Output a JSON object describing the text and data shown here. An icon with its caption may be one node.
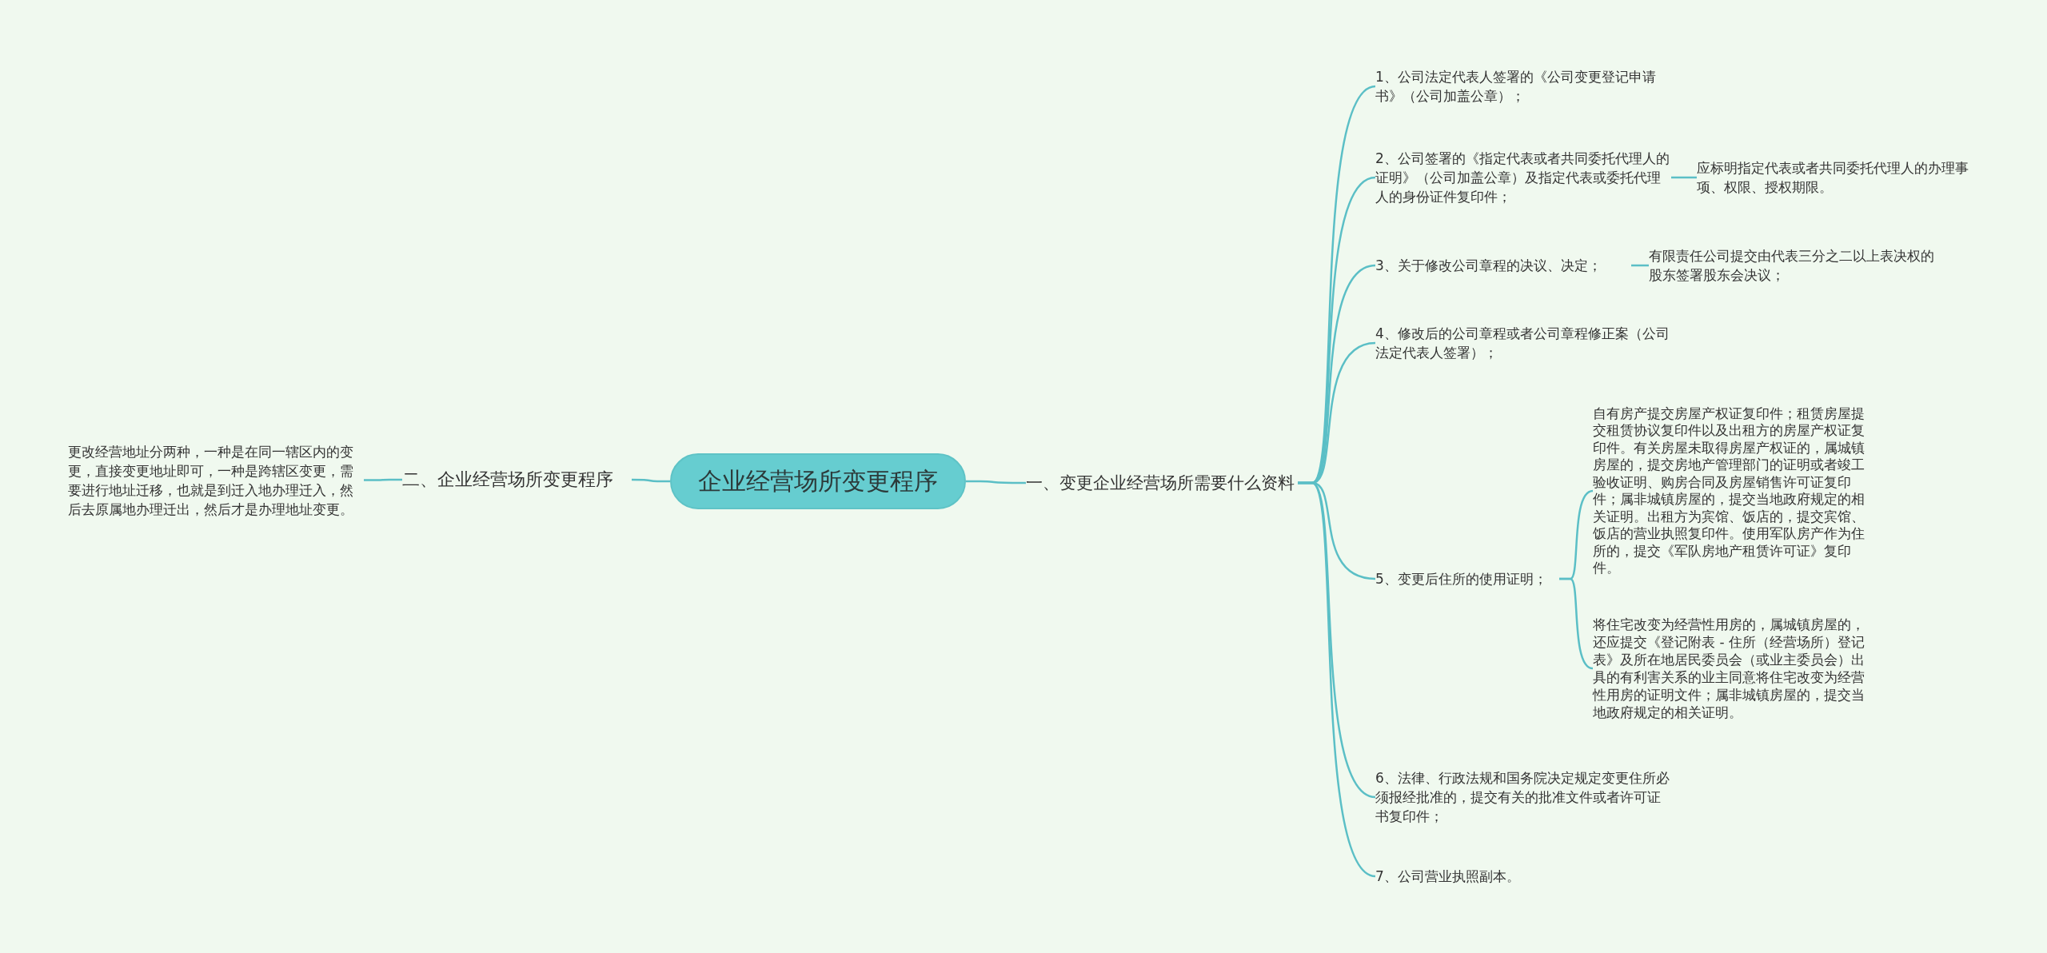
{
  "diagram": {
    "nodes": [
      {
        "text": [
          "企业经营场所变更程序"
        ]
      },
      {
        "text": [
          "一、变更企业经营场所需要什么资料"
        ]
      },
      {
        "text": [
          "二、企业经营场所变更程序"
        ]
      },
      {
        "text": [
          "更改经营地址分两种，一种是在同一辖区内的变更，直接变更地址即可，一种是跨辖区变更，需要进行地址迁移，也就是到迁入地办理迁入，然后去原属地办理迁出，然后才是办理地址变更。"
        ]
      },
      {
        "text": [
          "1、公司法定代表人签署的《公司变更登记申请书》（公司加盖公章）；"
        ]
      },
      {
        "text": [
          "2、公司签署的《指定代表或者共同委托代理人的证明》（公司加盖公章）及指定代表或委托代理人的身份证件复印件；"
        ]
      },
      {
        "text": [
          "应标明指定代表或者共同委托代理人的办理事项、权限、授权期限。"
        ]
      },
      {
        "text": [
          "3、关于修改公司章程的决议、决定；"
        ]
      },
      {
        "text": [
          "有限责任公司提交由代表三分之二以上表决权的股东签署股东会决议；"
        ]
      },
      {
        "text": [
          "4、修改后的公司章程或者公司章程修正案（公司法定代表人签署）；"
        ]
      },
      {
        "text": [
          "5、变更后住所的使用证明；"
        ]
      },
      {
        "text": [
          "自有房产提交房屋产权证复印件；租赁房屋提交租赁协议复印件以及出租方的房屋产权证复印件。有关房屋未取得房屋产权证的，属城镇房屋的，提交房地产管理部门的证明或者竣工验收证明、购房合同及房屋销售许可证复印件；属非城镇房屋的，提交当地政府规定的相关证明。出租方为宾馆、饭店的，提交宾馆、饭店的营业执照复印件。使用军队房产作为住所的，提交《军队房地产租赁许可证》复印件。"
        ]
      },
      {
        "text": [
          "将住宅改变为经营性用房的，属城镇房屋的，还应提交《登记附表 - 住所（经营场所）登记表》及所在地居民委员会（或业主委员会）出具的有利害关系的业主同意将住宅改变为经营性用房的证明文件；属非城镇房屋的，提交当地政府规定的相关证明。"
        ]
      },
      {
        "text": [
          "6、法律、行政法规和国务院决定规定变更住所必须报经批准的，提交有关的批准文件或者许可证书复印件；"
        ]
      },
      {
        "text": [
          "7、公司营业执照副本。"
        ]
      }
    ],
    "edges": [
      {
        "from": 0,
        "to": 1,
        "arrow": "none"
      },
      {
        "from": 0,
        "to": 2,
        "arrow": "none"
      },
      {
        "from": 2,
        "to": 3,
        "arrow": "none"
      },
      {
        "from": 1,
        "to": 4,
        "arrow": "none"
      },
      {
        "from": 1,
        "to": 5,
        "arrow": "none"
      },
      {
        "from": 5,
        "to": 6,
        "arrow": "none"
      },
      {
        "from": 1,
        "to": 7,
        "arrow": "none"
      },
      {
        "from": 7,
        "to": 8,
        "arrow": "none"
      },
      {
        "from": 1,
        "to": 9,
        "arrow": "none"
      },
      {
        "from": 1,
        "to": 10,
        "arrow": "none"
      },
      {
        "from": 10,
        "to": 11,
        "arrow": "none"
      },
      {
        "from": 10,
        "to": 12,
        "arrow": "none"
      },
      {
        "from": 1,
        "to": 13,
        "arrow": "none"
      },
      {
        "from": 1,
        "to": 14,
        "arrow": "none"
      }
    ]
  }
}
